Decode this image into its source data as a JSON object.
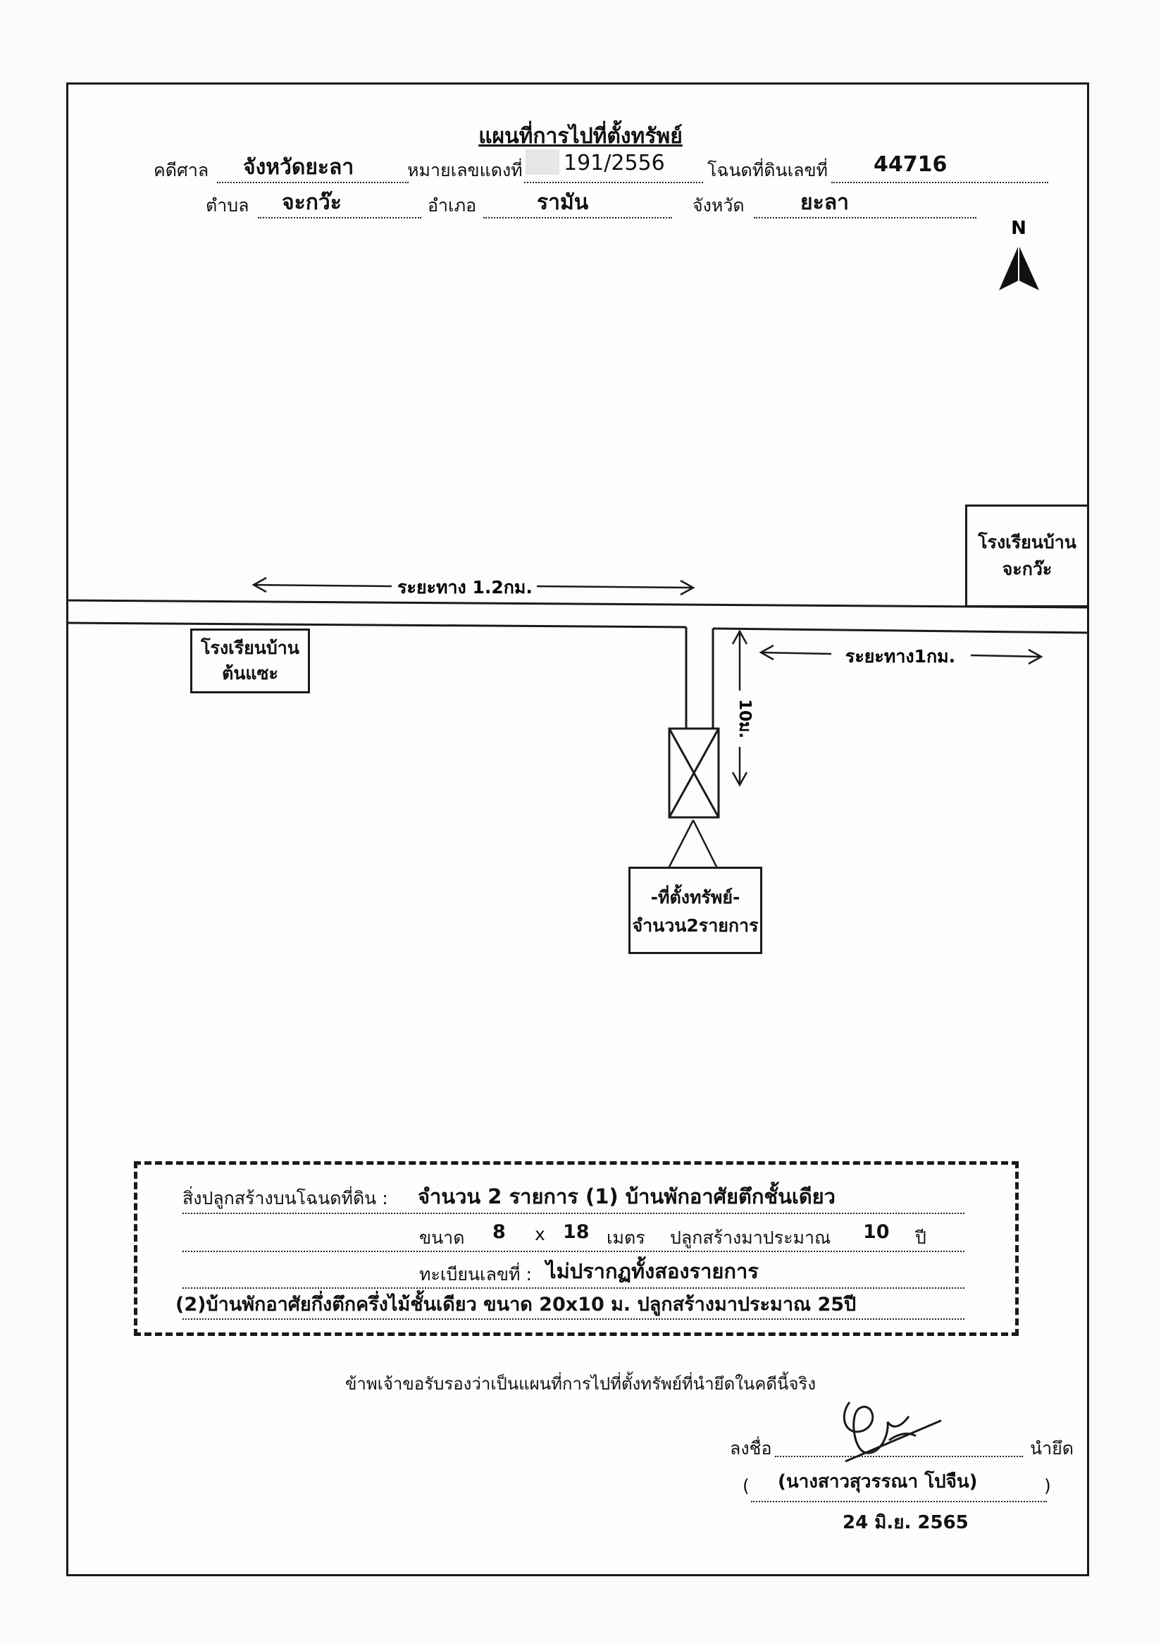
{
  "title": "แผนที่การไปที่ตั้งทรัพย์",
  "header": {
    "case_label": "คดีศาล",
    "case_value": "จังหวัดยะลา",
    "red_number_label": "หมายเลขแดงที่",
    "red_number_value": "191/2556",
    "deed_label": "โฉนดที่ดินเลขที่",
    "deed_value": "44716",
    "subdistrict_label": "ตำบล",
    "subdistrict_value": "จะกว๊ะ",
    "district_label": "อำเภอ",
    "district_value": "รามัน",
    "province_label": "จังหวัด",
    "province_value": "ยะลา"
  },
  "map": {
    "north_label": "N",
    "school_right": [
      "โรงเรียนบ้าน",
      "จะกว๊ะ"
    ],
    "school_left": [
      "โรงเรียนบ้าน",
      "ต้นแซะ"
    ],
    "distance_left": "ระยะทาง 1.2กม.",
    "distance_right": "ระยะทาง1กม.",
    "distance_vertical": "10ม.",
    "property_box": [
      "-ที่ตั้งทรัพย์-",
      "จำนวน2รายการ"
    ]
  },
  "notes": {
    "line1_label": "สิ่งปลูกสร้างบนโฉนดที่ดิน :",
    "line1_value": "จำนวน 2 รายการ (1) บ้านพักอาศัยตึกชั้นเดียว",
    "line2_size_label": "ขนาด",
    "line2_w": "8",
    "line2_x": "x",
    "line2_h": "18",
    "line2_unit": "เมตร",
    "line2_built_label": "ปลูกสร้างมาประมาณ",
    "line2_years": "10",
    "line2_year_unit": "ปี",
    "line3_label": "ทะเบียนเลขที่ :",
    "line3_value": "ไม่ปรากฏทั้งสองรายการ",
    "line4": "(2)บ้านพักอาศัยกึ่งตึกครึ่งไม้ชั้นเดียว ขนาด 20x10 ม. ปลูกสร้างมาประมาณ 25ปี"
  },
  "certification": "ข้าพเจ้าขอรับรองว่าเป็นแผนที่การไปที่ตั้งทรัพย์ที่นำยึดในคดีนี้จริง",
  "signature": {
    "sign_label": "ลงชื่อ",
    "role": "นำยึด",
    "open_paren": "(",
    "name": "(นางสาวสุวรรณา โปจืน)",
    "close_paren": ")",
    "date": "24 มิ.ย. 2565"
  }
}
